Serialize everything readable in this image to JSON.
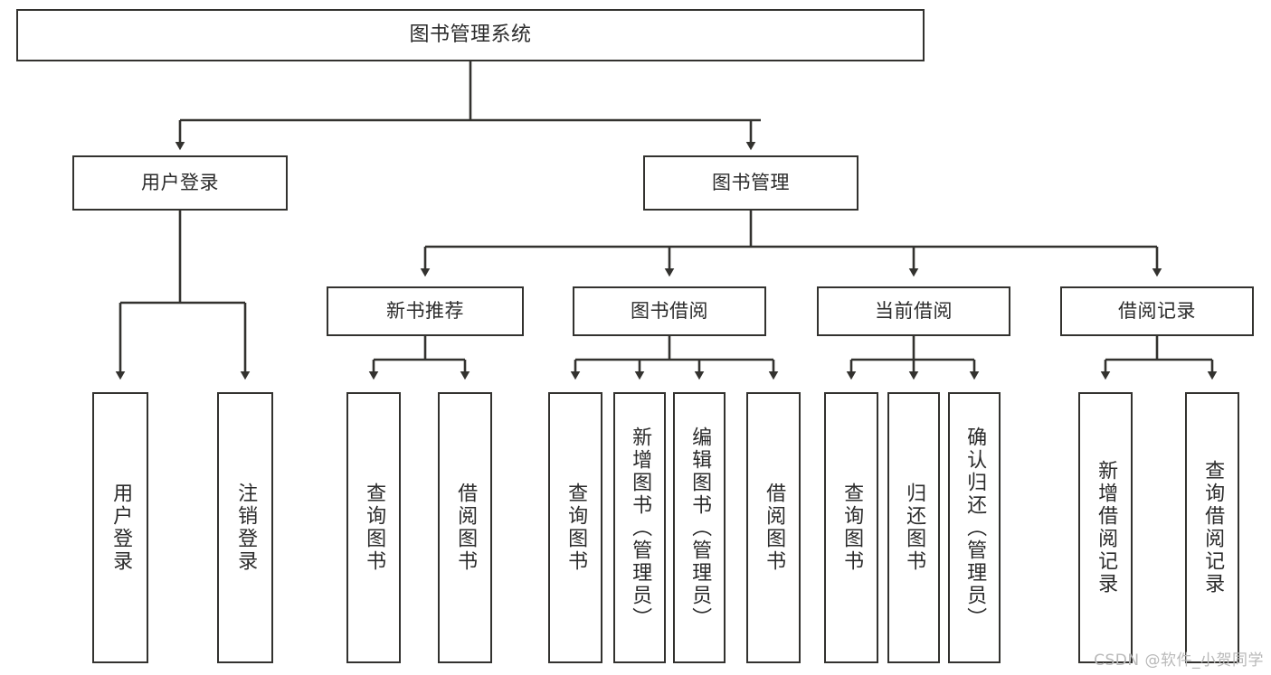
{
  "diagram": {
    "title": "图书管理系统",
    "type": "tree-hierarchy-chart",
    "colors": {
      "background": "#ffffff",
      "node_border": "#33322f",
      "node_fill": "#ffffff",
      "edge": "#33322f",
      "text": "#2b2b2b",
      "watermark": "#b9b9b9"
    },
    "root": {
      "label": "图书管理系统"
    },
    "level2": [
      {
        "label": "用户登录"
      },
      {
        "label": "图书管理"
      }
    ],
    "level3": [
      {
        "label": "新书推荐"
      },
      {
        "label": "图书借阅"
      },
      {
        "label": "当前借阅"
      },
      {
        "label": "借阅记录"
      }
    ],
    "leaves": {
      "user_login": [
        {
          "label": "用户登录"
        },
        {
          "label": "注销登录"
        }
      ],
      "new_book_recommend": [
        {
          "label": "查询图书"
        },
        {
          "label": "借阅图书"
        }
      ],
      "book_borrow": [
        {
          "label": "查询图书"
        },
        {
          "label": "新增图书（管理员）"
        },
        {
          "label": "编辑图书（管理员）"
        },
        {
          "label": "借阅图书"
        }
      ],
      "current_borrow": [
        {
          "label": "查询图书"
        },
        {
          "label": "归还图书"
        },
        {
          "label": "确认归还（管理员）"
        }
      ],
      "borrow_records": [
        {
          "label": "新增借阅记录"
        },
        {
          "label": "查询借阅记录"
        }
      ]
    },
    "watermark": "CSDN @软件_小贺同学"
  }
}
